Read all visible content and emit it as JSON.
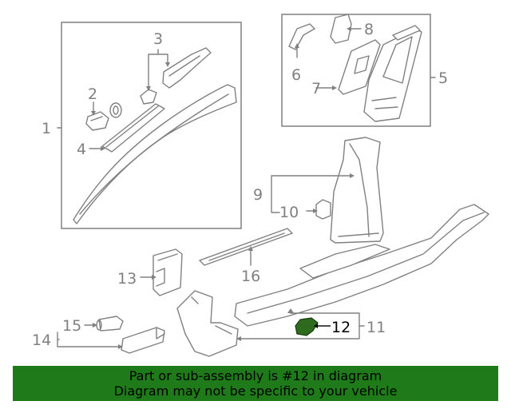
{
  "diagram": {
    "callouts": {
      "c1": "1",
      "c2": "2",
      "c3": "3",
      "c4": "4",
      "c5": "5",
      "c6": "6",
      "c7": "7",
      "c8": "8",
      "c9": "9",
      "c10": "10",
      "c11": "11",
      "c12": "12",
      "c13": "13",
      "c14": "14",
      "c15": "15",
      "c16": "16"
    },
    "highlighted_part": "12",
    "highlight_color": "#2e6b1e",
    "line_color": "#808080"
  },
  "banner": {
    "line1": "Part or sub-assembly is #12 in diagram",
    "line2": "Diagram may not be specific to your vehicle",
    "background": "#1f7a1a"
  }
}
